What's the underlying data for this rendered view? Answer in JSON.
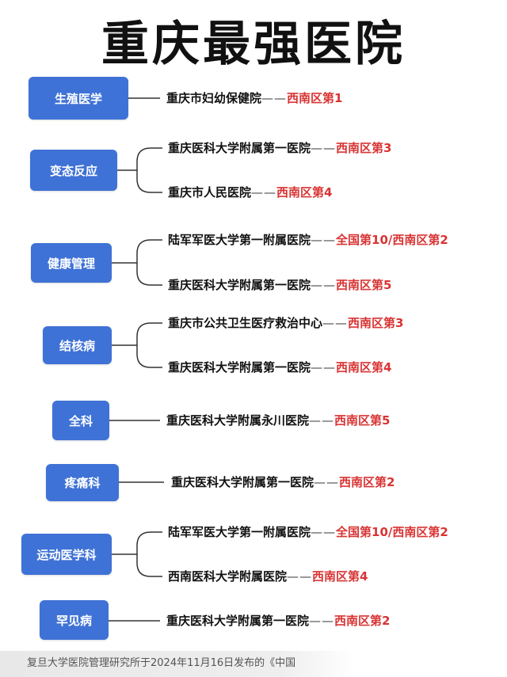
{
  "title": "重庆最强医院",
  "dash": "——",
  "categories": [
    {
      "label": "生殖医学",
      "entries": [
        {
          "hospital": "重庆市妇幼保健院",
          "rank": "西南区第1"
        }
      ]
    },
    {
      "label": "变态反应",
      "entries": [
        {
          "hospital": "重庆医科大学附属第一医院",
          "rank": "西南区第3"
        },
        {
          "hospital": "重庆市人民医院",
          "rank": "西南区第4"
        }
      ]
    },
    {
      "label": "健康管理",
      "entries": [
        {
          "hospital": "陆军军医大学第一附属医院",
          "rank": "全国第10/西南区第2"
        },
        {
          "hospital": "重庆医科大学附属第一医院",
          "rank": "西南区第5"
        }
      ]
    },
    {
      "label": "结核病",
      "entries": [
        {
          "hospital": "重庆市公共卫生医疗救治中心",
          "rank": "西南区第3"
        },
        {
          "hospital": "重庆医科大学附属第一医院",
          "rank": "西南区第4"
        }
      ]
    },
    {
      "label": "全科",
      "entries": [
        {
          "hospital": "重庆医科大学附属永川医院",
          "rank": "西南区第5"
        }
      ]
    },
    {
      "label": "疼痛科",
      "entries": [
        {
          "hospital": "重庆医科大学附属第一医院",
          "rank": "西南区第2"
        }
      ]
    },
    {
      "label": "运动医学科",
      "entries": [
        {
          "hospital": "陆军军医大学第一附属医院",
          "rank": "全国第10/西南区第2"
        },
        {
          "hospital": "西南医科大学附属医院",
          "rank": "西南区第4"
        }
      ]
    },
    {
      "label": "罕见病",
      "entries": [
        {
          "hospital": "重庆医科大学附属第一医院",
          "rank": "西南区第2"
        }
      ]
    }
  ],
  "footer": "复旦大学医院管理研究所于2024年11月16日发布的《中国"
}
